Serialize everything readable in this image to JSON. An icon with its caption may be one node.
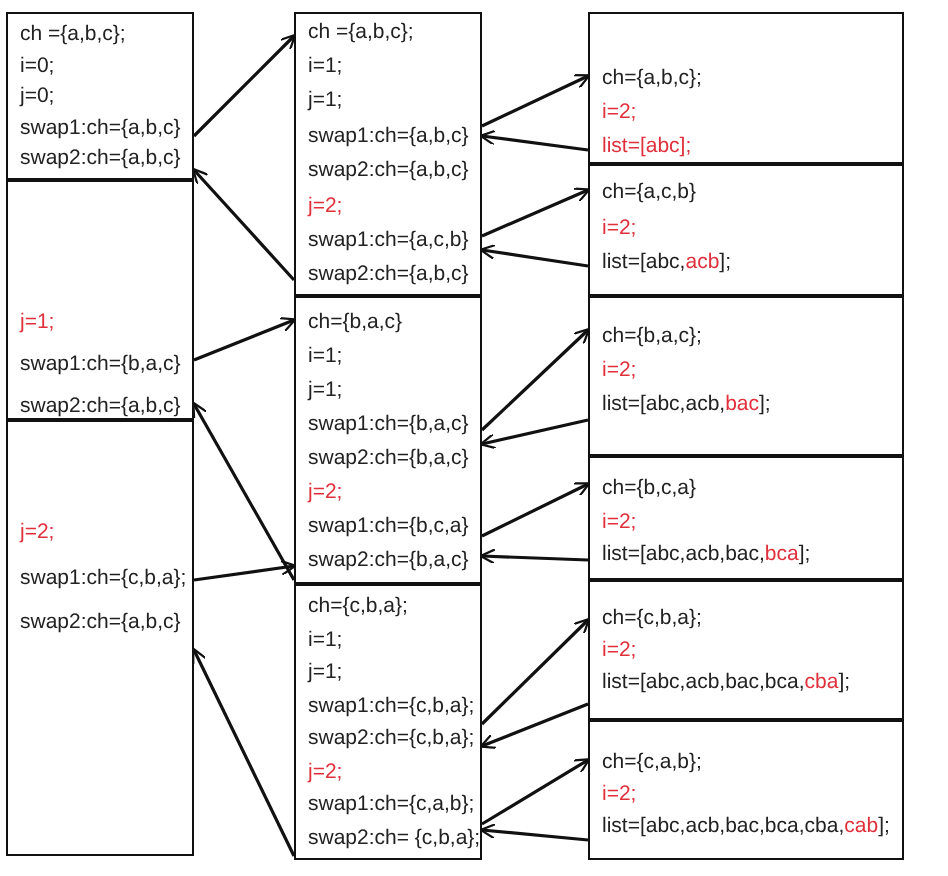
{
  "diagram": {
    "nodes": [
      {
        "text": [
          "ch ={a,b,c};",
          "i=0;",
          "j=0;",
          "swap1:ch={a,b,c}",
          "swap2:ch={a,b,c}"
        ]
      },
      {
        "text": [
          "**j=1;**",
          "swap1:ch={b,a,c}",
          "swap2:ch={a,b,c}"
        ]
      },
      {
        "text": [
          "**j=2;**",
          "swap1:ch={c,b,a};",
          "swap2:ch={a,b,c}"
        ]
      },
      {
        "text": [
          "ch ={a,b,c};",
          "i=1;",
          "j=1;",
          "swap1:ch={a,b,c}",
          "swap2:ch={a,b,c}",
          "**j=2;**",
          "swap1:ch={a,c,b}",
          "swap2:ch={a,b,c}"
        ]
      },
      {
        "text": [
          "ch={b,a,c}",
          "i=1;",
          "j=1;",
          "swap1:ch={b,a,c}",
          "swap2:ch={b,a,c}",
          "**j=2;**",
          "swap1:ch={b,c,a}",
          "swap2:ch={b,a,c}"
        ]
      },
      {
        "text": [
          "ch={c,b,a};",
          "i=1;",
          "j=1;",
          "swap1:ch={c,b,a};",
          "swap2:ch={c,b,a};",
          "**j=2;**",
          "swap1:ch={c,a,b};",
          "swap2:ch= {c,b,a};"
        ]
      },
      {
        "text": [
          "ch={a,b,c};",
          "**i=2;**",
          "**list=[abc];**"
        ]
      },
      {
        "text": [
          "ch={a,c,b}",
          "**i=2;**",
          "list=[abc,**acb**];"
        ]
      },
      {
        "text": [
          "ch={b,a,c};",
          "**i=2;**",
          "list=[abc,acb,**bac**];"
        ]
      },
      {
        "text": [
          "ch={b,c,a}",
          "**i=2;**",
          "list=[abc,acb,bac,**bca**];"
        ]
      },
      {
        "text": [
          "ch={c,b,a};",
          "**i=2;**",
          "list=[abc,acb,bac,bca,**cba**];"
        ]
      },
      {
        "text": [
          "ch={c,a,b};",
          "**i=2;**",
          "list=[abc,acb,bac,bca,cba,**cab**];"
        ]
      }
    ],
    "edges": [
      {
        "from": 0,
        "to": 3,
        "arrow": "to"
      },
      {
        "from": 3,
        "to": 0,
        "arrow": "to"
      },
      {
        "from": 1,
        "to": 4,
        "arrow": "to"
      },
      {
        "from": 4,
        "to": 1,
        "arrow": "to"
      },
      {
        "from": 2,
        "to": 5,
        "arrow": "to"
      },
      {
        "from": 5,
        "to": 2,
        "arrow": "to"
      },
      {
        "from": 3,
        "to": 6,
        "arrow": "to"
      },
      {
        "from": 6,
        "to": 3,
        "arrow": "to"
      },
      {
        "from": 3,
        "to": 7,
        "arrow": "to"
      },
      {
        "from": 7,
        "to": 3,
        "arrow": "to"
      },
      {
        "from": 4,
        "to": 8,
        "arrow": "to"
      },
      {
        "from": 8,
        "to": 4,
        "arrow": "to"
      },
      {
        "from": 4,
        "to": 9,
        "arrow": "to"
      },
      {
        "from": 9,
        "to": 4,
        "arrow": "to"
      },
      {
        "from": 5,
        "to": 10,
        "arrow": "to"
      },
      {
        "from": 10,
        "to": 5,
        "arrow": "to"
      },
      {
        "from": 5,
        "to": 11,
        "arrow": "to"
      },
      {
        "from": 11,
        "to": 5,
        "arrow": "to"
      }
    ]
  }
}
